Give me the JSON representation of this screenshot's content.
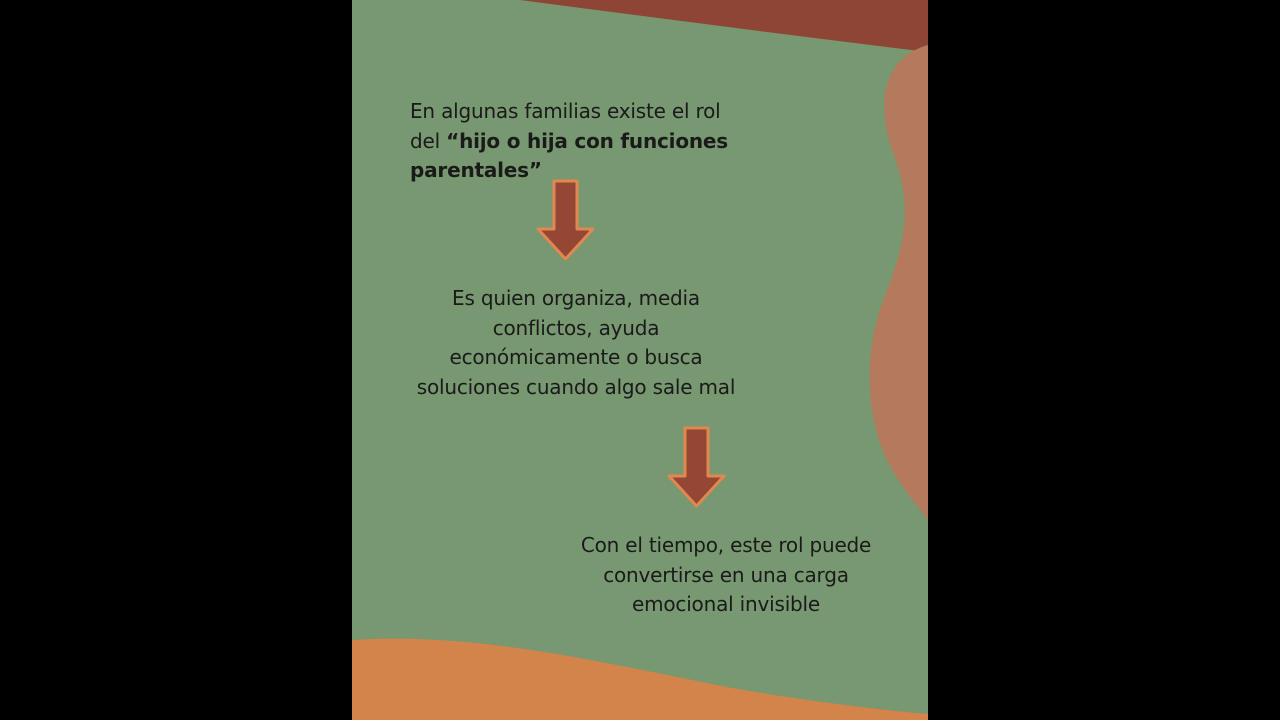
{
  "slide": {
    "block_1": {
      "intro": "En algunas familias existe el rol del ",
      "emphasis": "“hijo o hija con funciones parentales”"
    },
    "block_2": {
      "text": "Es quien organiza, media conflictos, ayuda económicamente o busca soluciones cuando algo sale mal"
    },
    "block_3": {
      "text": "Con el tiempo, este rol puede convertirse en una carga emocional invisible"
    }
  },
  "colors": {
    "page_background": "#000000",
    "slide_background": "#779870",
    "top_band": "#8e4535",
    "right_wave": "#b47a5d",
    "bottom_band": "#d2844a",
    "arrow_fill": "#934734",
    "arrow_outline": "#e08850",
    "text": "#1a1a1a"
  },
  "icons": [
    "down-arrow-icon",
    "down-arrow-icon"
  ]
}
